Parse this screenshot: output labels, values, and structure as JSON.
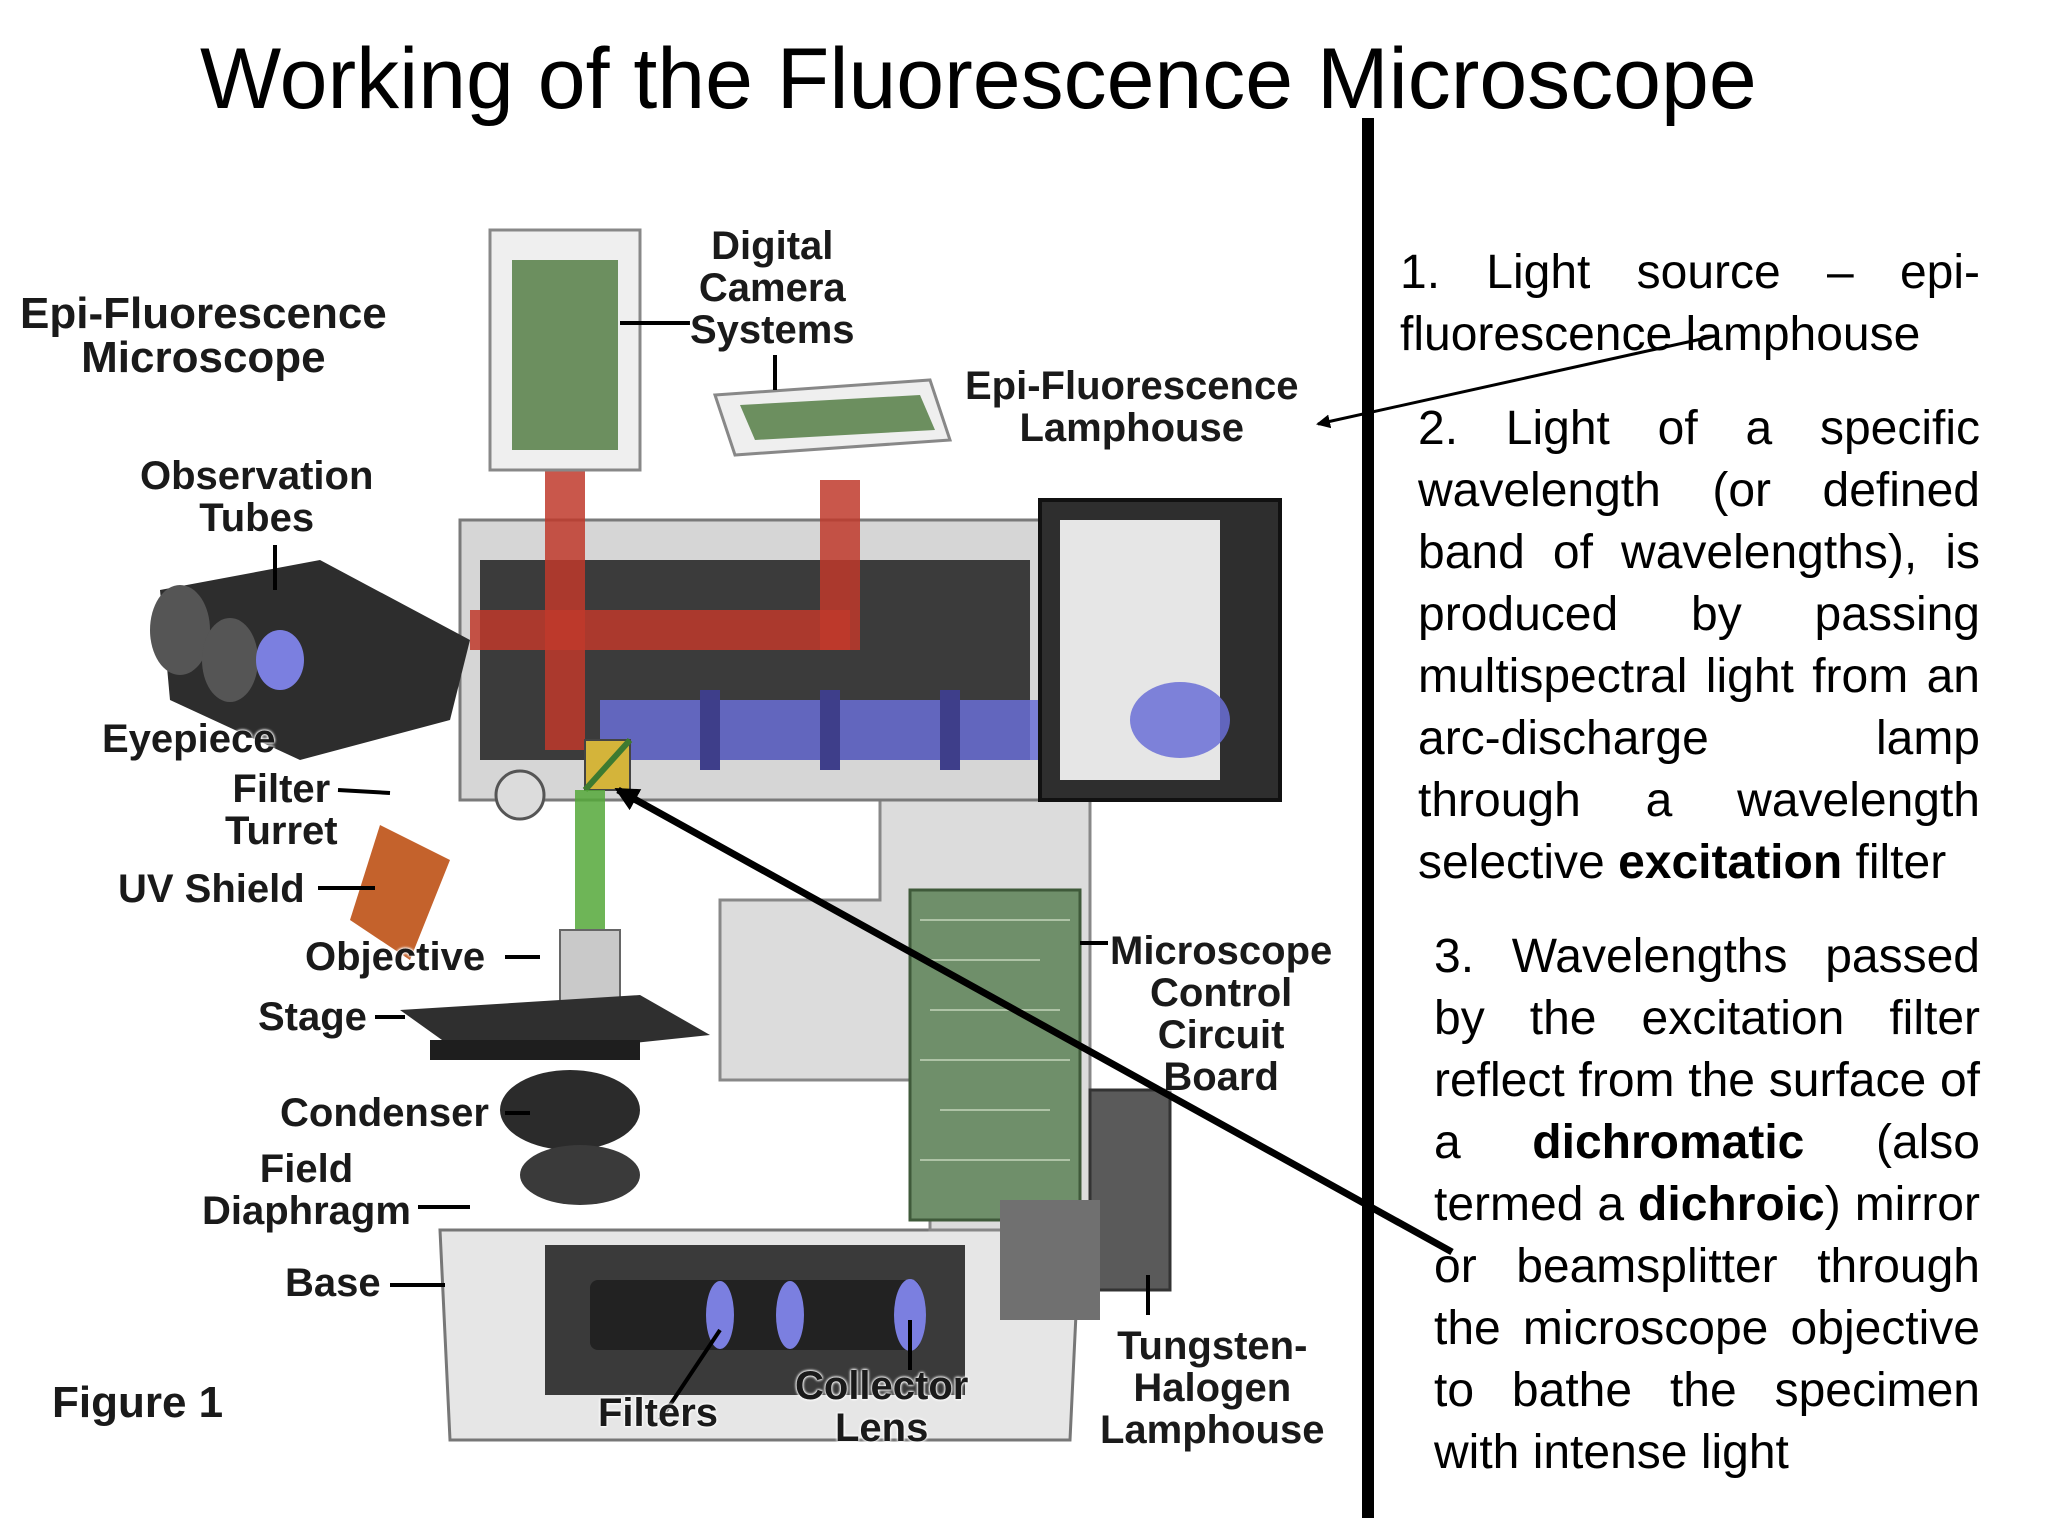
{
  "slide": {
    "title": "Working of the Fluorescence Microscope"
  },
  "figure": {
    "heading": "Epi-Fluorescence\nMicroscope",
    "caption": "Figure 1",
    "labels": {
      "digital_camera": "Digital\nCamera\nSystems",
      "epi_lamphouse": "Epi-Fluorescence\nLamphouse",
      "observation_tubes": "Observation\nTubes",
      "eyepiece": "Eyepiece",
      "filter_turret": "Filter\nTurret",
      "uv_shield": "UV Shield",
      "objective": "Objective",
      "stage": "Stage",
      "condenser": "Condenser",
      "field_diaphragm": "Field\nDiaphragm",
      "base": "Base",
      "filters": "Filters",
      "collector_lens": "Collector\nLens",
      "control_board": "Microscope\nControl\nCircuit\nBoard",
      "tungsten_lamphouse": "Tungsten-\nHalogen\nLamphouse"
    }
  },
  "steps": [
    {
      "number": "1.",
      "parts": [
        {
          "text": " Light source – epi-fluorescence lamphouse",
          "bold": false
        }
      ]
    },
    {
      "number": "2.",
      "parts": [
        {
          "text": " Light of a specific wavelength (or defined band of wavelengths), is produced by passing multispectral light from an arc-discharge lamp through a wavelength selective ",
          "bold": false
        },
        {
          "text": "excitation",
          "bold": true
        },
        {
          "text": " filter",
          "bold": false
        }
      ]
    },
    {
      "number": "3.",
      "parts": [
        {
          "text": " Wavelengths passed by the excitation filter reflect from the surface of a ",
          "bold": false
        },
        {
          "text": "dichromatic",
          "bold": true
        },
        {
          "text": " (also termed a ",
          "bold": false
        },
        {
          "text": "dichroic",
          "bold": true
        },
        {
          "text": ") mirror or beamsplitter through the microscope objective to bathe the specimen with intense light",
          "bold": false
        }
      ]
    }
  ],
  "colors": {
    "beam_red": "#c0392b",
    "beam_blue": "#6a6fd6",
    "beam_green": "#55a83a",
    "uv_shield": "#c4622c",
    "body_gray": "#d9d9d9",
    "dark": "#2b2b2b"
  }
}
